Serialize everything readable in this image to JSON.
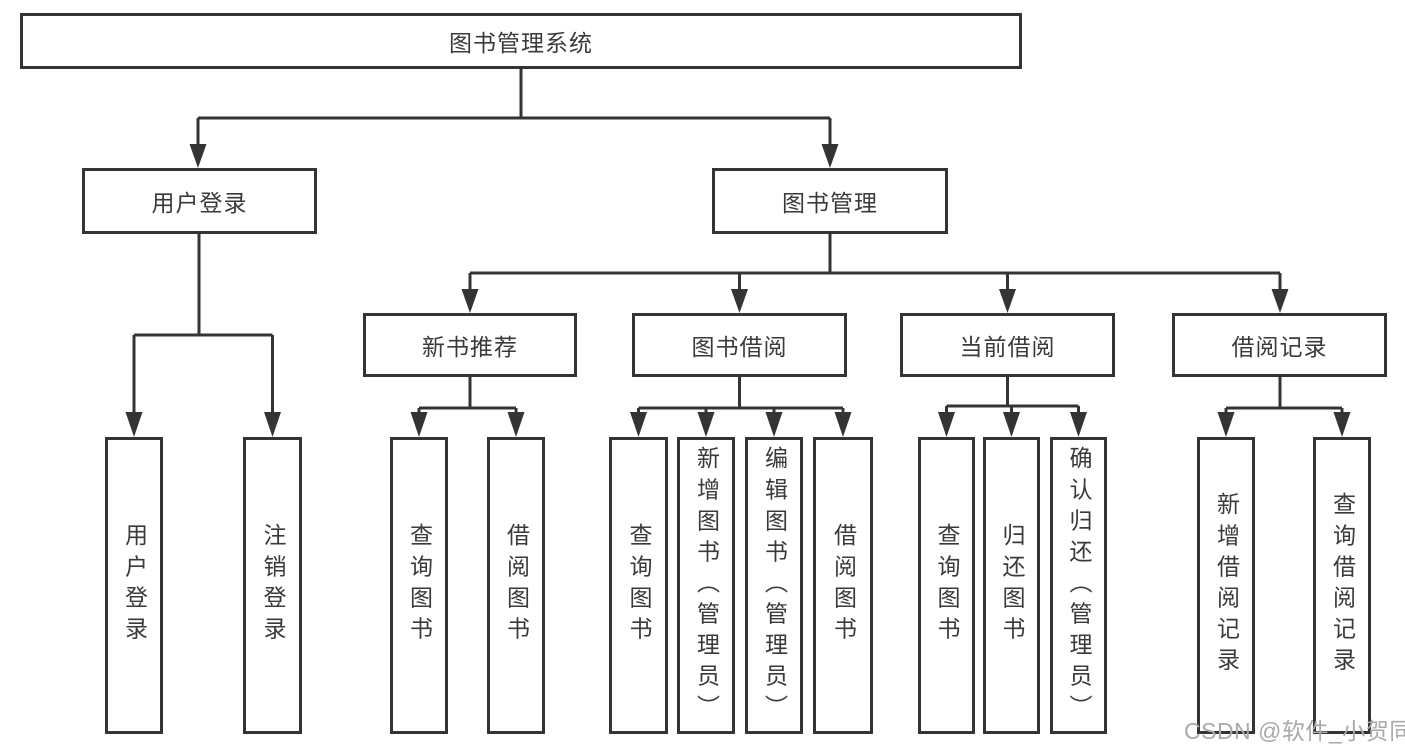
{
  "diagram": {
    "root": {
      "label": "图书管理系统"
    },
    "level1": {
      "user_login": {
        "label": "用户登录"
      },
      "book_management": {
        "label": "图书管理"
      }
    },
    "level2": {
      "new_book_recommend": {
        "label": "新书推荐"
      },
      "book_borrow": {
        "label": "图书借阅"
      },
      "current_borrow": {
        "label": "当前借阅"
      },
      "borrow_records": {
        "label": "借阅记录"
      }
    },
    "leaves": [
      {
        "label": "用户登录"
      },
      {
        "label": "注销登录"
      },
      {
        "label": "查询图书"
      },
      {
        "label": "借阅图书"
      },
      {
        "label": "查询图书"
      },
      {
        "label": "新增图书（管理员）"
      },
      {
        "label": "编辑图书（管理员）"
      },
      {
        "label": "借阅图书"
      },
      {
        "label": "查询图书"
      },
      {
        "label": "归还图书"
      },
      {
        "label": "确认归还（管理员）"
      },
      {
        "label": "新增借阅记录"
      },
      {
        "label": "查询借阅记录"
      }
    ]
  },
  "watermark": {
    "text": "CSDN @软件_小贺同学"
  },
  "colors": {
    "line": "#343434",
    "text": "#3a3a3a",
    "watermark": "#a9a9a9",
    "background": "#ffffff"
  }
}
